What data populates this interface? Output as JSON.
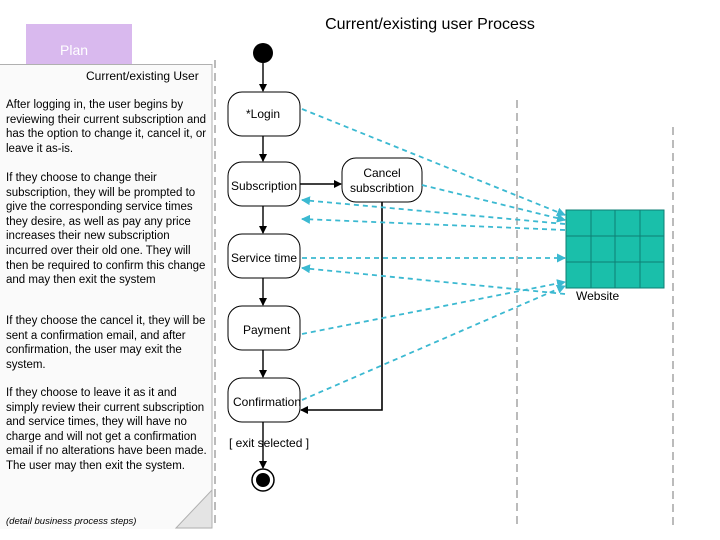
{
  "title": "Current/existing user Process",
  "plan_label": "Plan",
  "note": {
    "heading": "Current/existing User",
    "paragraphs": [
      "After logging in, the user begins by reviewing their current subscription and has the option to change it, cancel it, or leave it as-is.",
      "If they choose to change their subscription, they will be prompted to give the corresponding service times they desire, as well as pay any price increases their new subscription incurred over their old one. They will then be required to confirm this change and may then exit the system",
      "If they choose the cancel it, they will be sent a confirmation email, and after confirmation, the user may exit the system.",
      "If they choose to leave it as it and simply review their current subscription and service times, they will have no charge and will not get a confirmation email if no alterations have been made. The user may then exit the system."
    ],
    "footer": "(detail business process steps)"
  },
  "activities": {
    "login": "*Login",
    "subscription": "Subscription",
    "service_time": "Service time",
    "payment": "Payment",
    "confirmation": "Confirmation",
    "exit_guard": "[ exit selected ]",
    "cancel_line1": "Cancel",
    "cancel_line2": "subscribtion"
  },
  "website_label": "Website",
  "colors": {
    "plan": "#d9b9ee",
    "website": "#1abfaa",
    "dashed_link": "#3bb9d1"
  }
}
